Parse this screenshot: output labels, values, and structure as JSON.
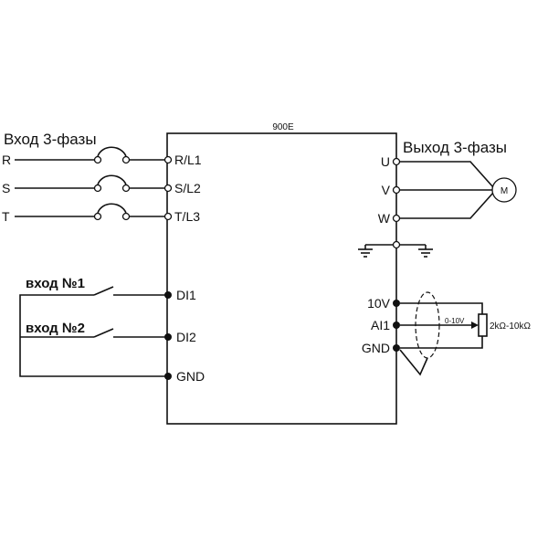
{
  "device": {
    "model": "900E"
  },
  "input_title": "Вход 3-фазы",
  "output_title": "Выход 3-фазы",
  "input_lines": [
    "R",
    "S",
    "T"
  ],
  "input_terminals": [
    "R/L1",
    "S/L2",
    "T/L3"
  ],
  "output_terminals": [
    "U",
    "V",
    "W"
  ],
  "motor_label": "M",
  "digital_inputs": {
    "input1_label": "вход №1",
    "input2_label": "вход №2",
    "terminals": [
      "DI1",
      "DI2",
      "GND"
    ]
  },
  "analog": {
    "terminals": [
      "10V",
      "AI1",
      "GND"
    ],
    "range_label": "0-10V",
    "pot_label": "2kΩ-10kΩ"
  }
}
